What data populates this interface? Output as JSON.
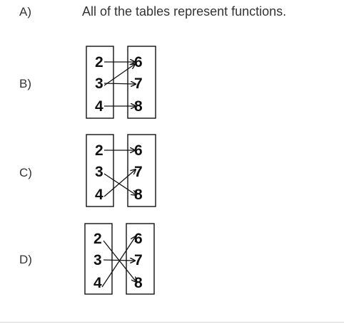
{
  "options": [
    {
      "letter": "A)",
      "text": "All of the tables represent functions."
    },
    {
      "letter": "B)",
      "domain": [
        "2",
        "3",
        "4"
      ],
      "range": [
        "6",
        "7",
        "8"
      ]
    },
    {
      "letter": "C)",
      "domain": [
        "2",
        "3",
        "4"
      ],
      "range": [
        "6",
        "7",
        "8"
      ]
    },
    {
      "letter": "D)",
      "domain": [
        "2",
        "3",
        "4"
      ],
      "range": [
        "6",
        "7",
        "8"
      ]
    }
  ]
}
